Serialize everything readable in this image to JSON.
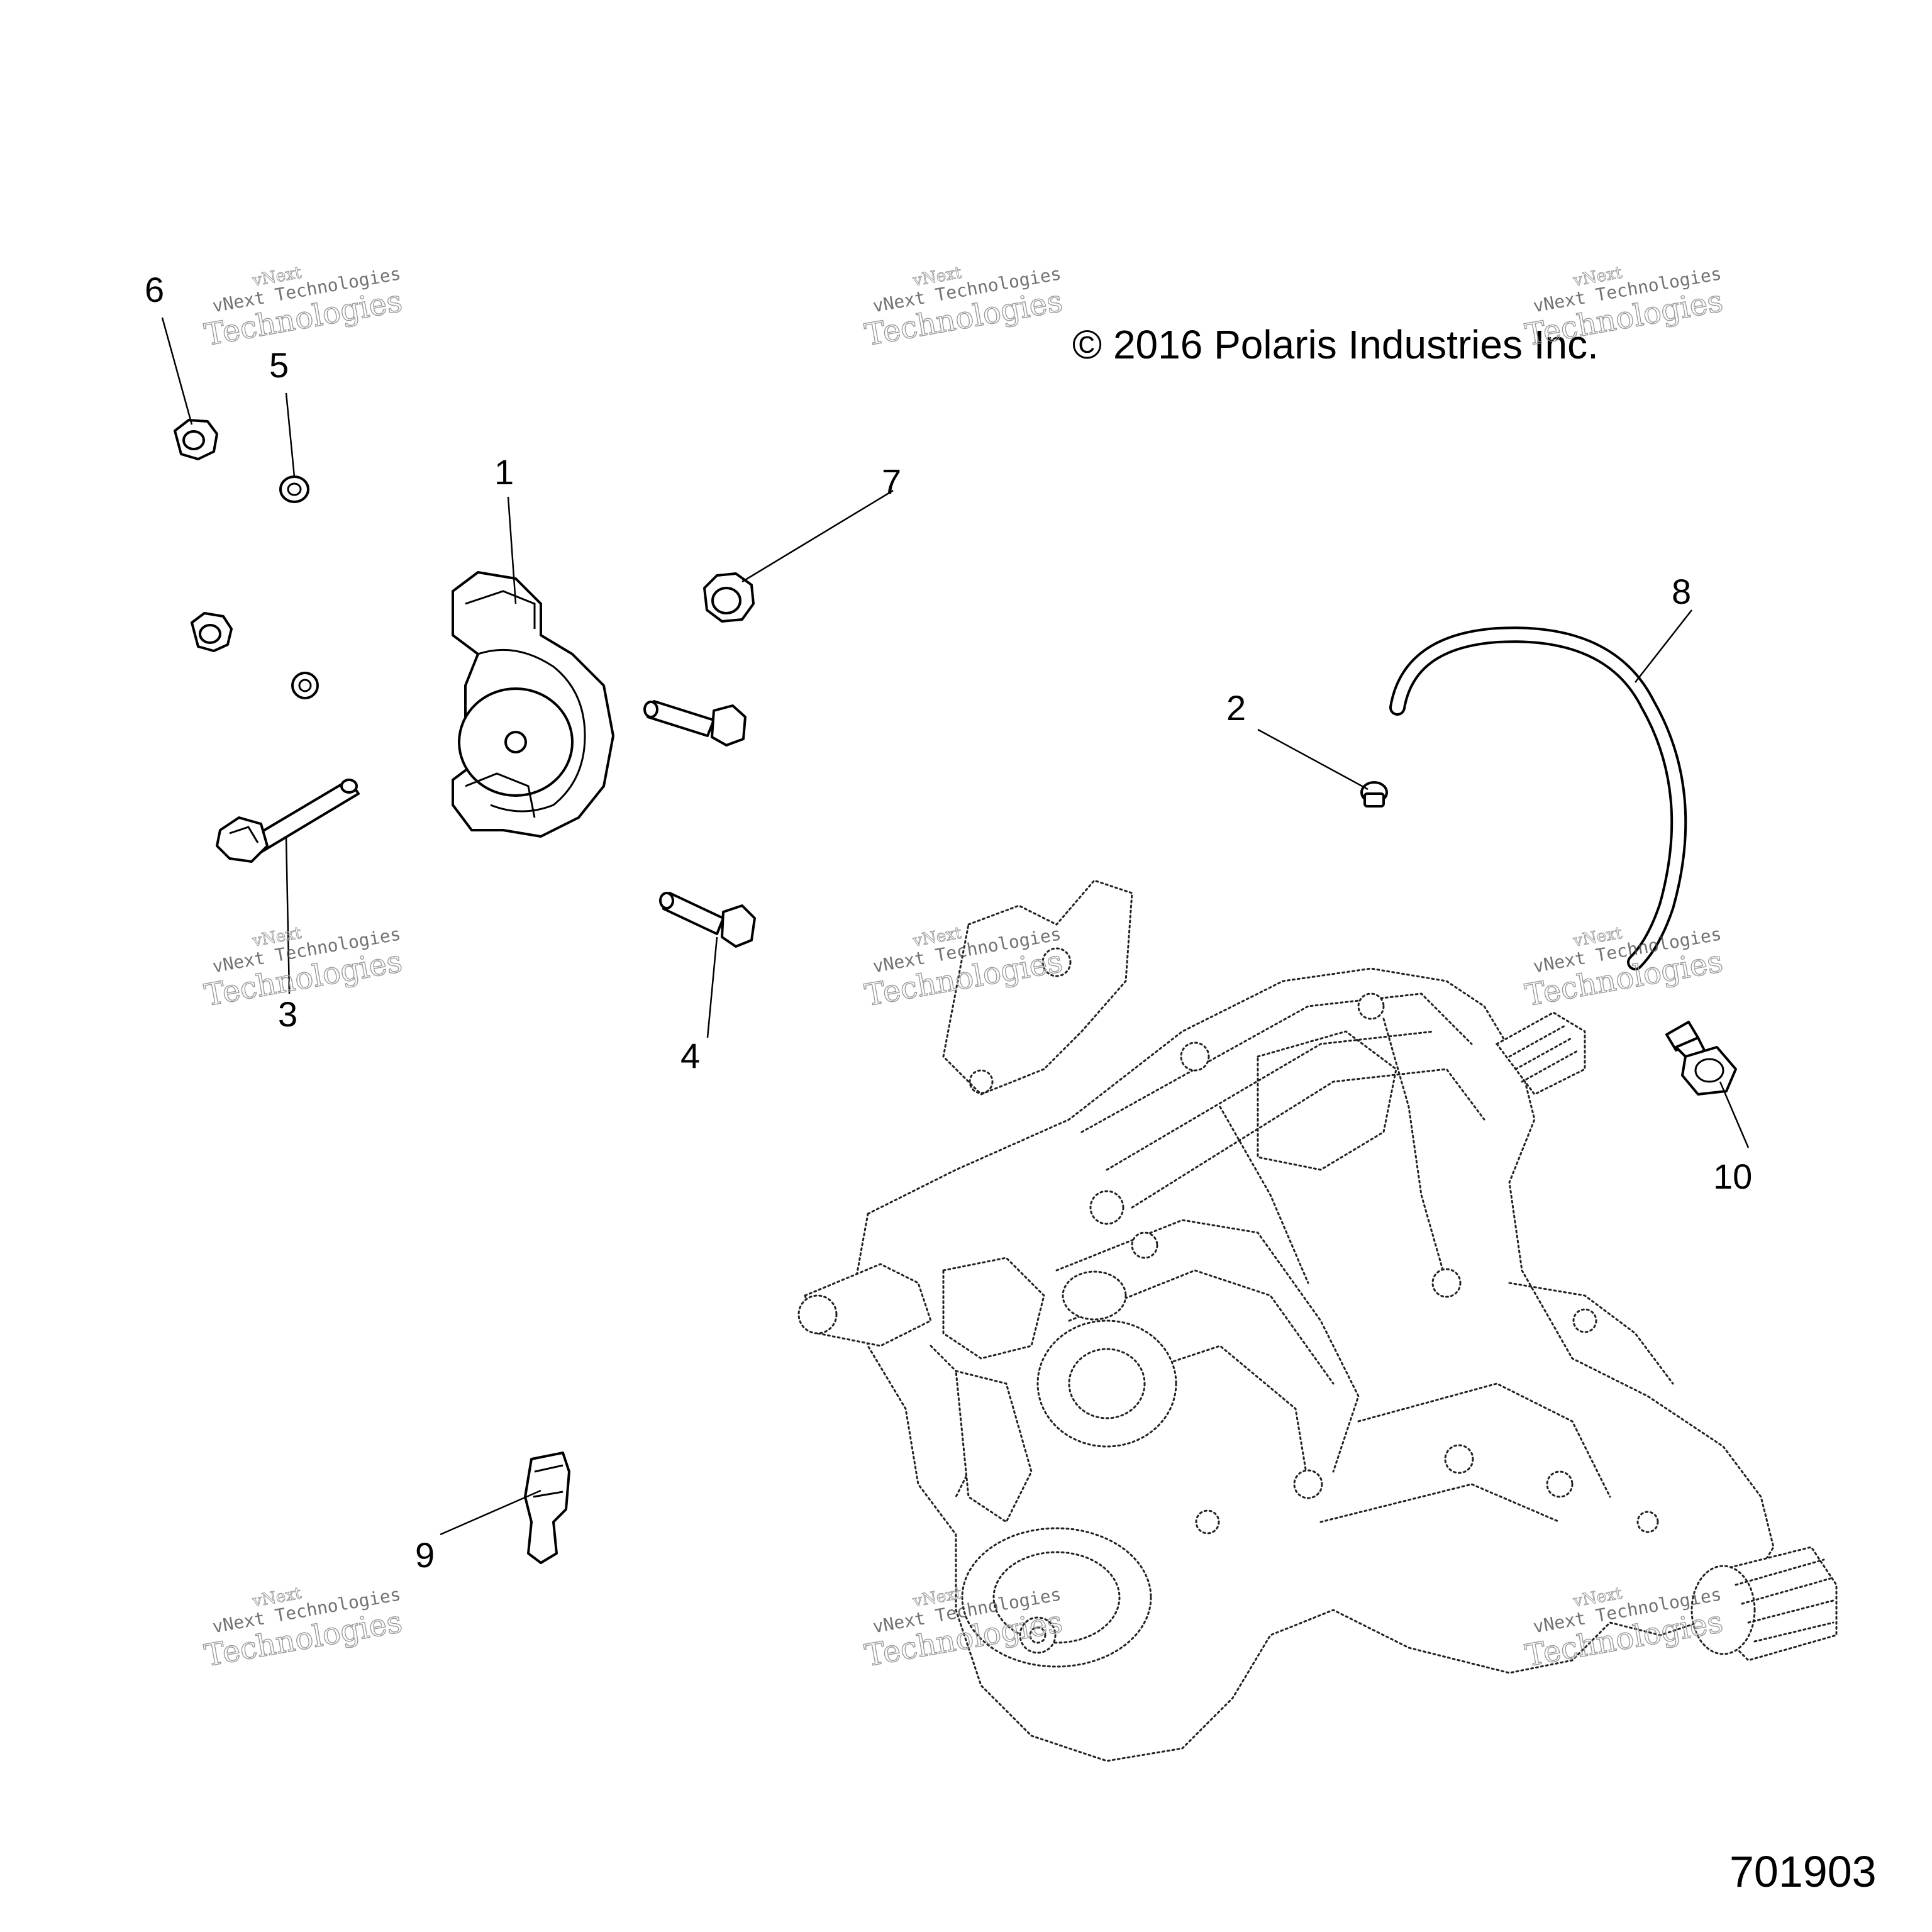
{
  "copyright": "© 2016 Polaris Industries Inc.",
  "figure_number": "701903",
  "callouts": {
    "c1": "1",
    "c2": "2",
    "c3": "3",
    "c4": "4",
    "c5": "5",
    "c6": "6",
    "c7": "7",
    "c8": "8",
    "c9": "9",
    "c10": "10"
  },
  "watermark": {
    "line1": "vNext",
    "line2": "vNext Technologies",
    "line3": "Technologies"
  }
}
